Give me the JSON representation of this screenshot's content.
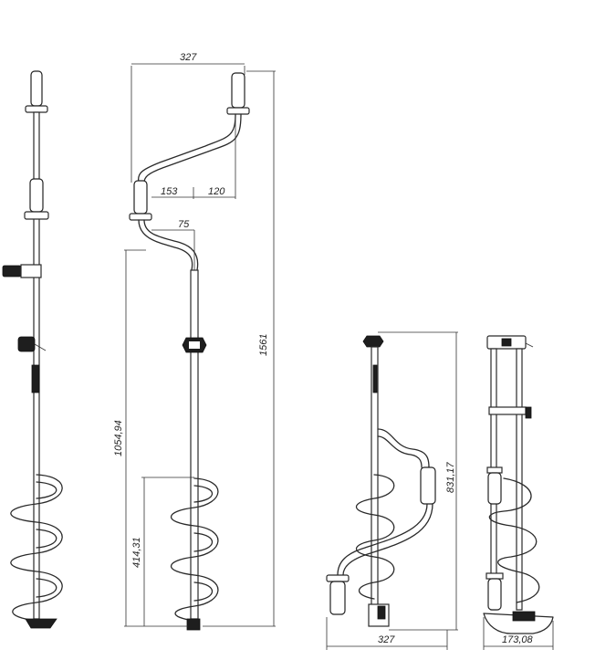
{
  "drawing": {
    "dimensions": {
      "top_width": "327",
      "offset_153": "153",
      "offset_120": "120",
      "offset_75": "75",
      "total_height": "1561",
      "shaft_height": "1054,94",
      "screw_height": "414,31",
      "folded_height": "831,17",
      "folded_width": "327",
      "folded_depth": "173,08"
    }
  }
}
